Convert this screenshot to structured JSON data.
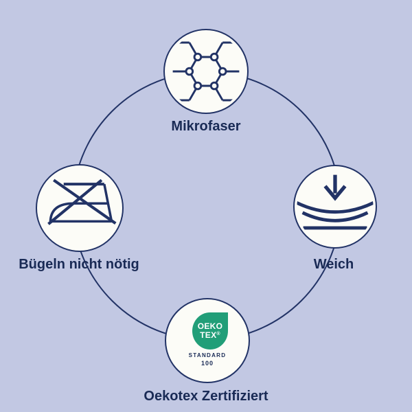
{
  "theme": {
    "background": "#c2c8e3",
    "line_navy": "#223366",
    "text_navy": "#192a55",
    "badge_fill": "#fcfcf7",
    "oekotex_green": "#219e78"
  },
  "diagram": {
    "features": {
      "top": {
        "label": "Mikrofaser",
        "icon": "molecule-icon"
      },
      "right": {
        "label": "Weich",
        "icon": "softness-pressure-icon"
      },
      "bottom": {
        "label": "Oekotex Zertifiziert",
        "icon": "oekotex-standard-100-logo"
      },
      "left": {
        "label": "Bügeln nicht nötig",
        "icon": "no-ironing-icon"
      }
    },
    "oekotex_logo": {
      "brand_top": "OEKO",
      "brand_bottom": "TEX",
      "registered_mark": "®",
      "standard_word": "STANDARD",
      "standard_number": "100"
    }
  }
}
